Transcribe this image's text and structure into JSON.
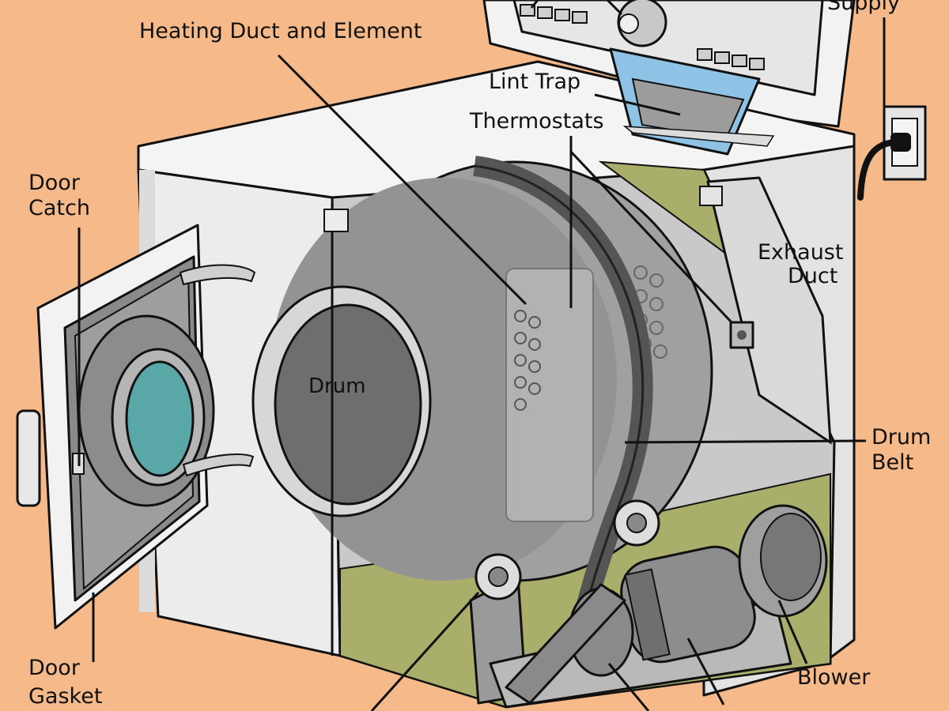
{
  "labels": {
    "supply": "Supply",
    "heating_duct": "Heating Duct and Element",
    "lint_trap": "Lint Trap",
    "thermostats": "Thermostats",
    "door_catch_1": "Door",
    "door_catch_2": "Catch",
    "exhaust_1": "Exhaust",
    "exhaust_2": "Duct",
    "drum": "Drum",
    "drum_belt_1": "Drum",
    "drum_belt_2": "Belt",
    "door_gasket_1": "Door",
    "door_gasket_2": "Gasket",
    "blower": "Blower"
  },
  "colors": {
    "background": "#f6b98a",
    "cabinet": "#ececec",
    "drum": "#9a9a9a",
    "drum_opening": "#6e6e6e",
    "floor": "#a9ae6a",
    "lint_trap": "#8fc3e6",
    "door_window": "#5aa7a8"
  }
}
